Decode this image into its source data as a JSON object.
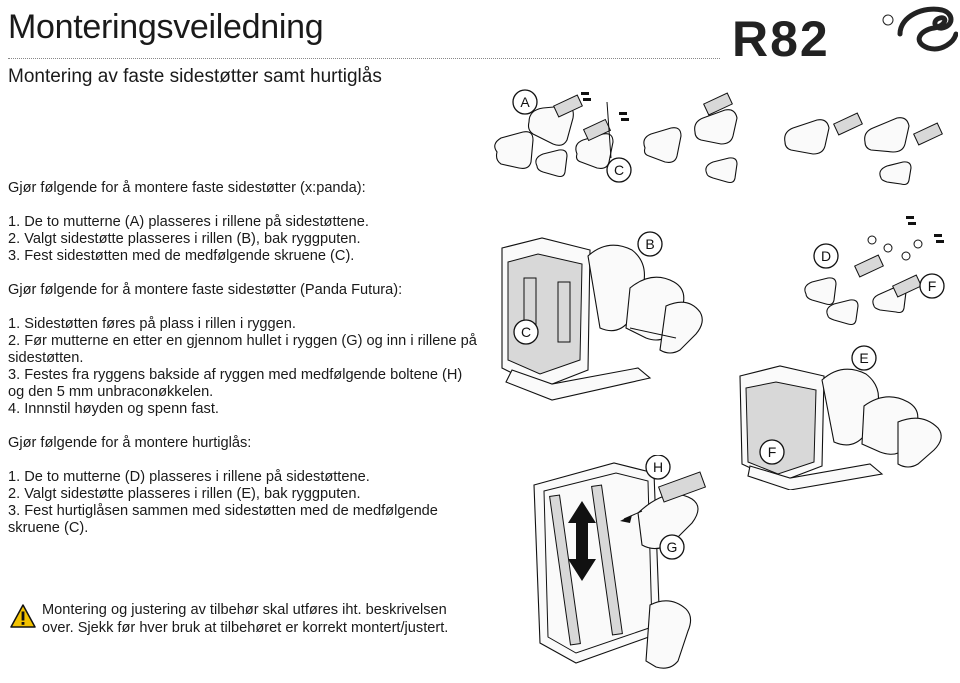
{
  "header": {
    "title": "Monteringsveiledning",
    "subtitle": "Montering av faste sidestøtter samt hurtiglås",
    "logo_text": "R82"
  },
  "sections": [
    {
      "heading": "Gjør følgende for å montere faste sidestøtter (x:panda):",
      "steps": [
        "1. De to mutterne (A) plasseres i rillene på sidestøttene.",
        "2. Valgt sidestøtte plasseres i rillen (B), bak ryggputen.",
        "3. Fest sidestøtten med de medfølgende skruene (C)."
      ]
    },
    {
      "heading": "Gjør følgende for å montere faste sidestøtter (Panda Futura):",
      "steps": [
        "1. Sidestøtten føres på plass i rillen i ryggen.",
        "2. Før mutterne en etter en gjennom hullet i ryggen (G) og inn i rillene på sidestøtten.",
        "3. Festes fra ryggens bakside af ryggen med medfølgende boltene (H) og den 5 mm unbraconøkkelen.",
        "4. Innnstil høyden og spenn fast."
      ]
    },
    {
      "heading": "Gjør følgende for å montere hurtiglås:",
      "steps": [
        "1. De to mutterne (D) plasseres i rillene på sidestøttene.",
        "2. Valgt sidestøtte plasseres i rillen (E), bak ryggputen.",
        "3. Fest hurtiglåsen sammen med sidestøtten med de medfølgende skruene (C)."
      ]
    }
  ],
  "warning": {
    "icon": "warning-triangle-icon",
    "text": "Montering og justering av tilbehør skal utføres iht. beskrivelsen over. Sjekk før hver bruk at tilbehøret er korrekt montert/justert."
  },
  "figure_labels": {
    "A": "A",
    "B": "B",
    "C1": "C",
    "C2": "C",
    "D": "D",
    "E": "E",
    "F1": "F",
    "F2": "F",
    "G": "G",
    "H": "H"
  },
  "colors": {
    "text": "#1a1a1a",
    "warning_fill": "#f2c200",
    "part_shade": "#d8d8d8"
  }
}
